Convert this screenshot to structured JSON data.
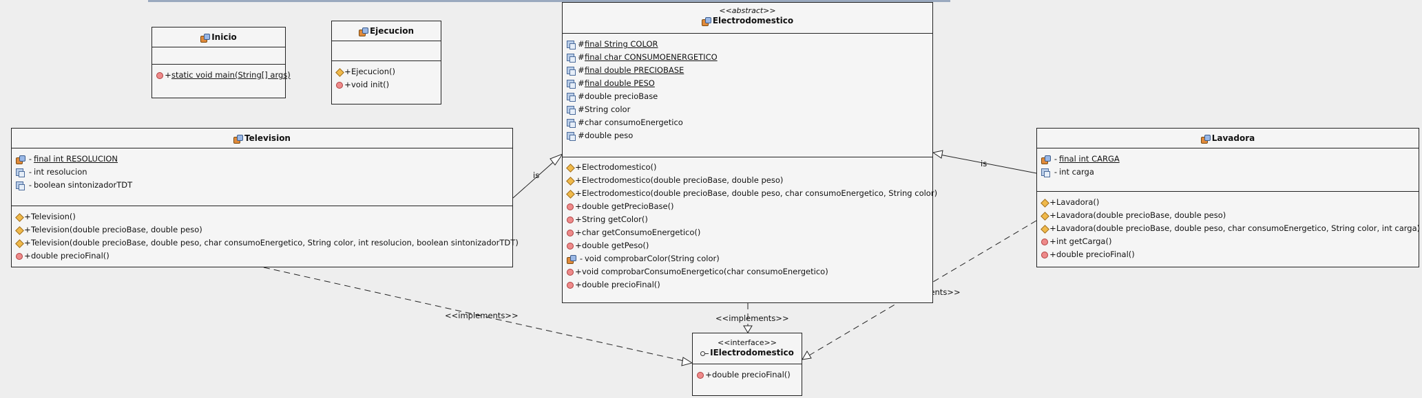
{
  "classes": {
    "inicio": {
      "name": "Inicio",
      "methods": [
        {
          "vis": "+",
          "text": "static void main(String[] args)"
        }
      ]
    },
    "ejecucion": {
      "name": "Ejecucion",
      "methods": [
        {
          "vis": "+",
          "text": "Ejecucion()"
        },
        {
          "vis": "+",
          "text": "void init()"
        }
      ]
    },
    "electrodomestico": {
      "stereotype": "<<abstract>>",
      "name": "Electrodomestico",
      "fields": [
        {
          "vis": "#",
          "text": "final String COLOR"
        },
        {
          "vis": "#",
          "text": "final char CONSUMOENERGETICO"
        },
        {
          "vis": "#",
          "text": "final double PRECIOBASE"
        },
        {
          "vis": "#",
          "text": "final double PESO"
        },
        {
          "vis": "#",
          "text": "double precioBase"
        },
        {
          "vis": "#",
          "text": "String color"
        },
        {
          "vis": "#",
          "text": "char consumoEnergetico"
        },
        {
          "vis": "#",
          "text": "double peso"
        }
      ],
      "methods": [
        {
          "vis": "+",
          "text": "Electrodomestico()"
        },
        {
          "vis": "+",
          "text": "Electrodomestico(double precioBase, double peso)"
        },
        {
          "vis": "+",
          "text": "Electrodomestico(double precioBase, double peso, char consumoEnergetico, String color)"
        },
        {
          "vis": "+",
          "text": "double getPrecioBase()"
        },
        {
          "vis": "+",
          "text": "String getColor()"
        },
        {
          "vis": "+",
          "text": "char getConsumoEnergetico()"
        },
        {
          "vis": "+",
          "text": "double getPeso()"
        },
        {
          "vis": "-",
          "text": "void comprobarColor(String color)"
        },
        {
          "vis": "+",
          "text": "void comprobarConsumoEnergetico(char consumoEnergetico)"
        },
        {
          "vis": "+",
          "text": "double precioFinal()"
        }
      ]
    },
    "television": {
      "name": "Television",
      "fields": [
        {
          "vis": "-",
          "text": "final int RESOLUCION"
        },
        {
          "vis": "-",
          "text": "int resolucion"
        },
        {
          "vis": "-",
          "text": "boolean sintonizadorTDT"
        }
      ],
      "methods": [
        {
          "vis": "+",
          "text": "Television()"
        },
        {
          "vis": "+",
          "text": "Television(double precioBase, double peso)"
        },
        {
          "vis": "+",
          "text": "Television(double precioBase, double peso, char consumoEnergetico, String color, int resolucion, boolean sintonizadorTDT)"
        },
        {
          "vis": "+",
          "text": "double precioFinal()"
        }
      ]
    },
    "lavadora": {
      "name": "Lavadora",
      "fields": [
        {
          "vis": "-",
          "text": "final int CARGA"
        },
        {
          "vis": "-",
          "text": "int carga"
        }
      ],
      "methods": [
        {
          "vis": "+",
          "text": "Lavadora()"
        },
        {
          "vis": "+",
          "text": "Lavadora(double precioBase, double peso)"
        },
        {
          "vis": "+",
          "text": "Lavadora(double precioBase, double peso, char consumoEnergetico, String color, int carga)"
        },
        {
          "vis": "+",
          "text": "int getCarga()"
        },
        {
          "vis": "+",
          "text": "double precioFinal()"
        }
      ]
    },
    "ielectrodomestico": {
      "stereotype": "<<interface>>",
      "name": "IElectrodomestico",
      "methods": [
        {
          "vis": "+",
          "text": "double precioFinal()"
        }
      ]
    }
  },
  "edge_labels": {
    "tv_is": "is",
    "lav_is": "is",
    "tv_impl": "<<implements>>",
    "elec_impl": "<<implements>>",
    "lav_impl": "<<implements>>"
  }
}
